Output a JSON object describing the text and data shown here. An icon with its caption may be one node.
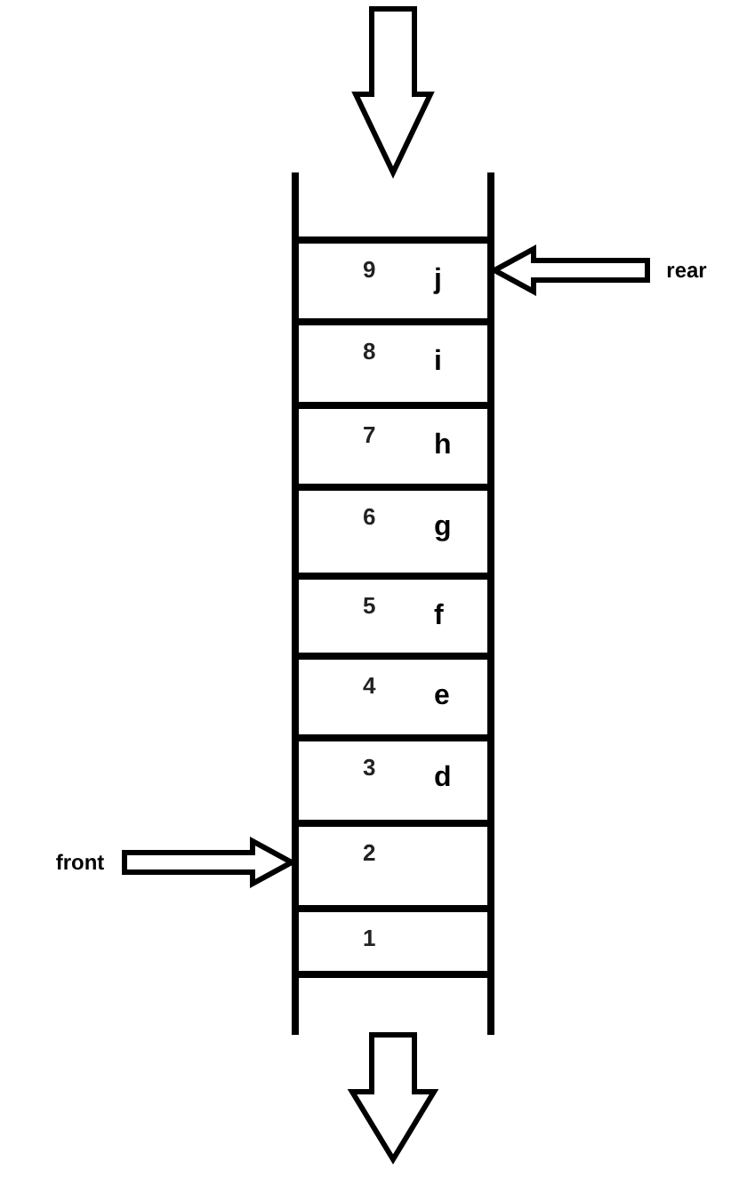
{
  "diagram": {
    "nodes": [
      {
        "text": [],
        "shape": "box"
      },
      {
        "text": [
          "9",
          "j"
        ],
        "in": 0
      },
      {
        "text": [
          "8",
          "i"
        ],
        "in": 0
      },
      {
        "text": [
          "7",
          "h"
        ],
        "in": 0
      },
      {
        "text": [
          "6",
          "g"
        ],
        "in": 0
      },
      {
        "text": [
          "5",
          "f"
        ],
        "in": 0
      },
      {
        "text": [
          "4",
          "e"
        ],
        "in": 0
      },
      {
        "text": [
          "3",
          "d"
        ],
        "in": 0
      },
      {
        "text": [
          "2"
        ],
        "in": 0
      },
      {
        "text": [
          "1"
        ],
        "in": 0
      },
      {
        "text": [
          "rear"
        ]
      },
      {
        "text": [
          "front"
        ]
      }
    ],
    "edges": [
      {
        "from": null,
        "to": 0,
        "arrow": "to"
      },
      {
        "from": 10,
        "to": 1,
        "arrow": "to"
      },
      {
        "from": 11,
        "to": 8,
        "arrow": "to"
      },
      {
        "from": 0,
        "to": null,
        "arrow": "to"
      }
    ]
  }
}
